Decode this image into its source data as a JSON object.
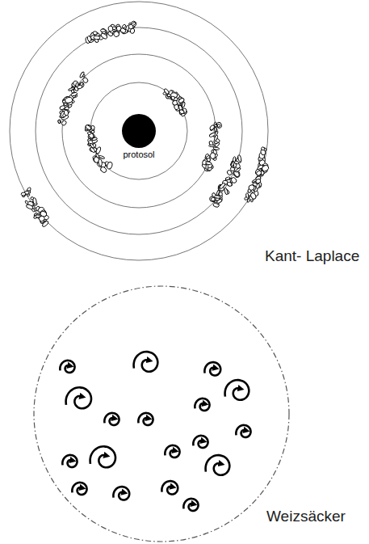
{
  "diagram": {
    "nodes": [
      {
        "text": [
          "protosol"
        ]
      }
    ],
    "labels": [
      "Kant- Laplace",
      "Weizsäcker"
    ]
  }
}
